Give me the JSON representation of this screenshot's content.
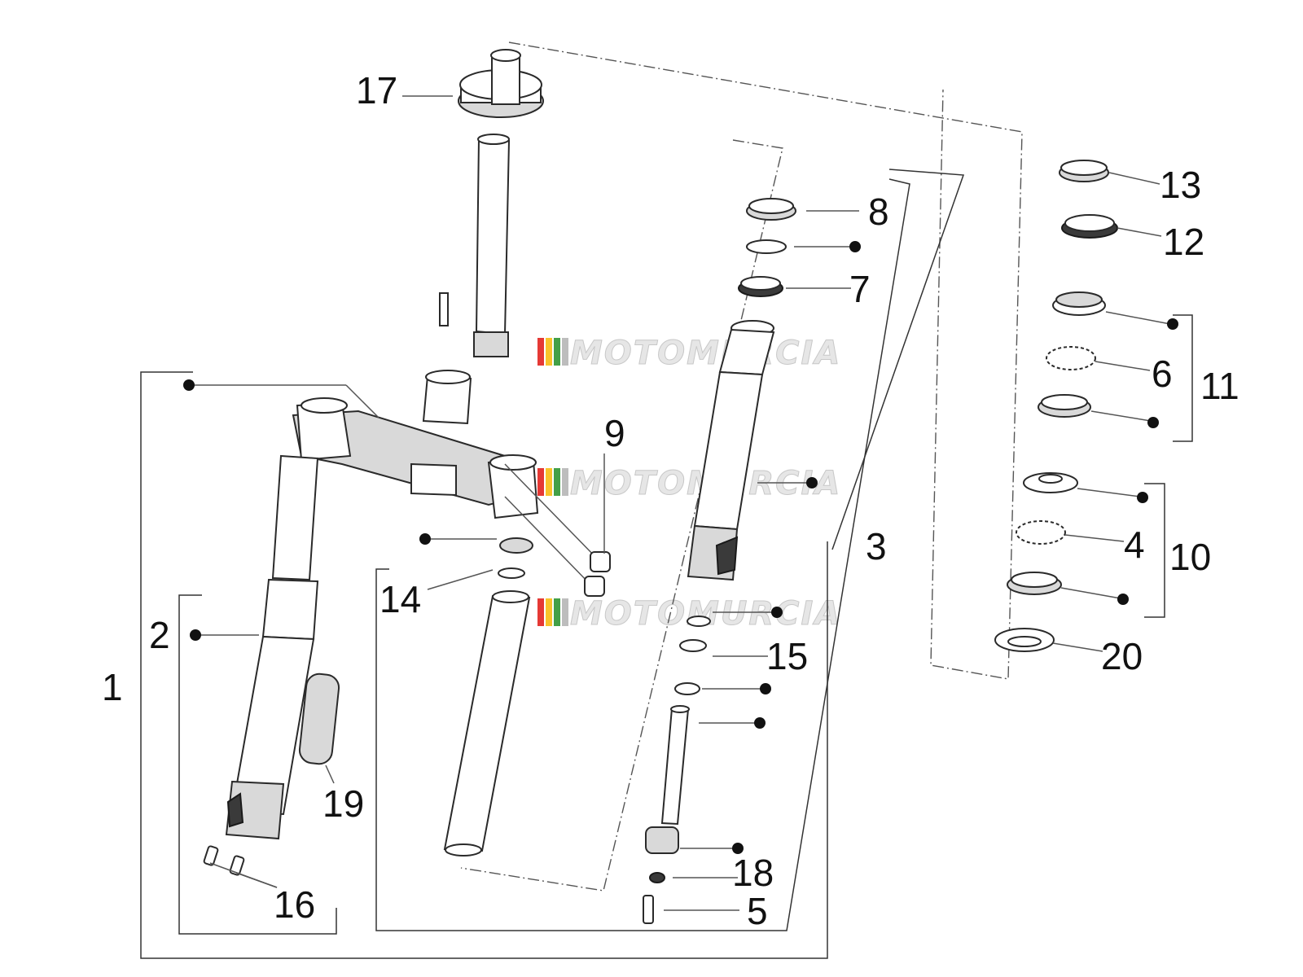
{
  "diagram": {
    "watermark": "MOTOMURCIA",
    "watermark_colors": [
      "#e53935",
      "#f9c32b",
      "#43a047",
      "#bdbdbd"
    ],
    "callouts": {
      "c1": "1",
      "c2": "2",
      "c3": "3",
      "c4": "4",
      "c5": "5",
      "c6": "6",
      "c7": "7",
      "c8": "8",
      "c9": "9",
      "c10": "10",
      "c11": "11",
      "c12": "12",
      "c13": "13",
      "c14": "14",
      "c15": "15",
      "c16": "16",
      "c17": "17",
      "c18": "18",
      "c19": "19",
      "c20": "20"
    }
  }
}
